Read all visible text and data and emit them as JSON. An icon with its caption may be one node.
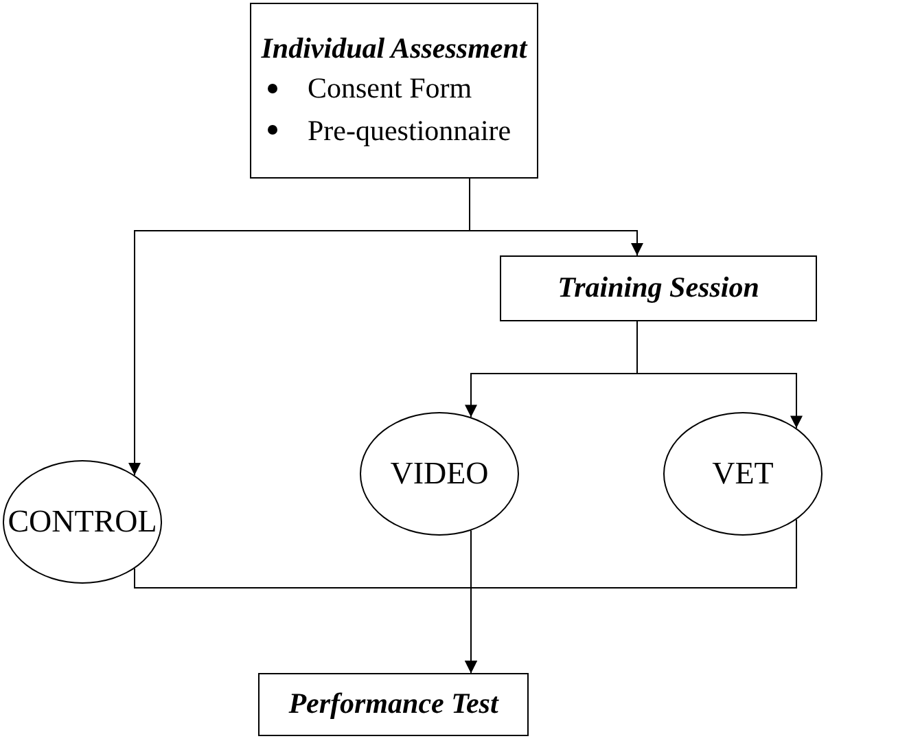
{
  "diagram": {
    "nodes": [
      {
        "text": [
          "Individual Assessment",
          "Consent Form",
          "Pre-questionnaire"
        ]
      },
      {
        "text": [
          "Training Session"
        ]
      },
      {
        "text": [
          "CONTROL"
        ]
      },
      {
        "text": [
          "VIDEO"
        ]
      },
      {
        "text": [
          "VET"
        ]
      },
      {
        "text": [
          "Performance Test"
        ]
      }
    ],
    "edges": [
      {
        "from": 0,
        "to": 2,
        "arrow": "to"
      },
      {
        "from": 0,
        "to": 1,
        "arrow": "to"
      },
      {
        "from": 1,
        "to": 3,
        "arrow": "to"
      },
      {
        "from": 1,
        "to": 4,
        "arrow": "to"
      },
      {
        "from": 2,
        "to": 5,
        "arrow": "to"
      },
      {
        "from": 3,
        "to": 5,
        "arrow": "to"
      },
      {
        "from": 4,
        "to": 5,
        "arrow": "to"
      }
    ]
  }
}
